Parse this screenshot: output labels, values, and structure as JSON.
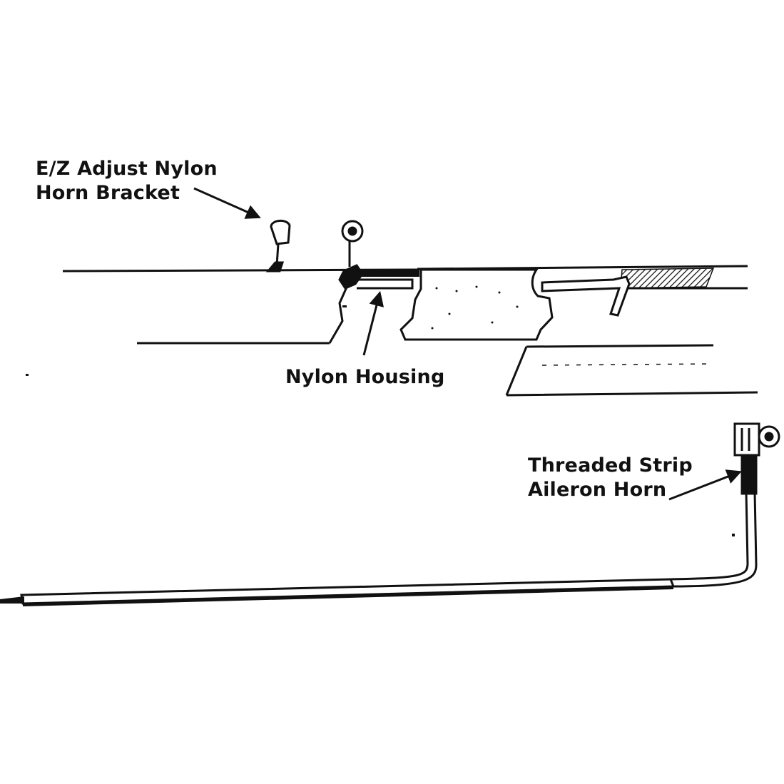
{
  "labels": {
    "horn_bracket": {
      "line1": "E/Z Adjust Nylon",
      "line2": "Horn Bracket"
    },
    "nylon_housing": "Nylon Housing",
    "aileron_horn": {
      "line1": "Threaded Strip",
      "line2": "Aileron Horn"
    }
  },
  "colors": {
    "ink": "#111111",
    "paper": "#ffffff"
  }
}
